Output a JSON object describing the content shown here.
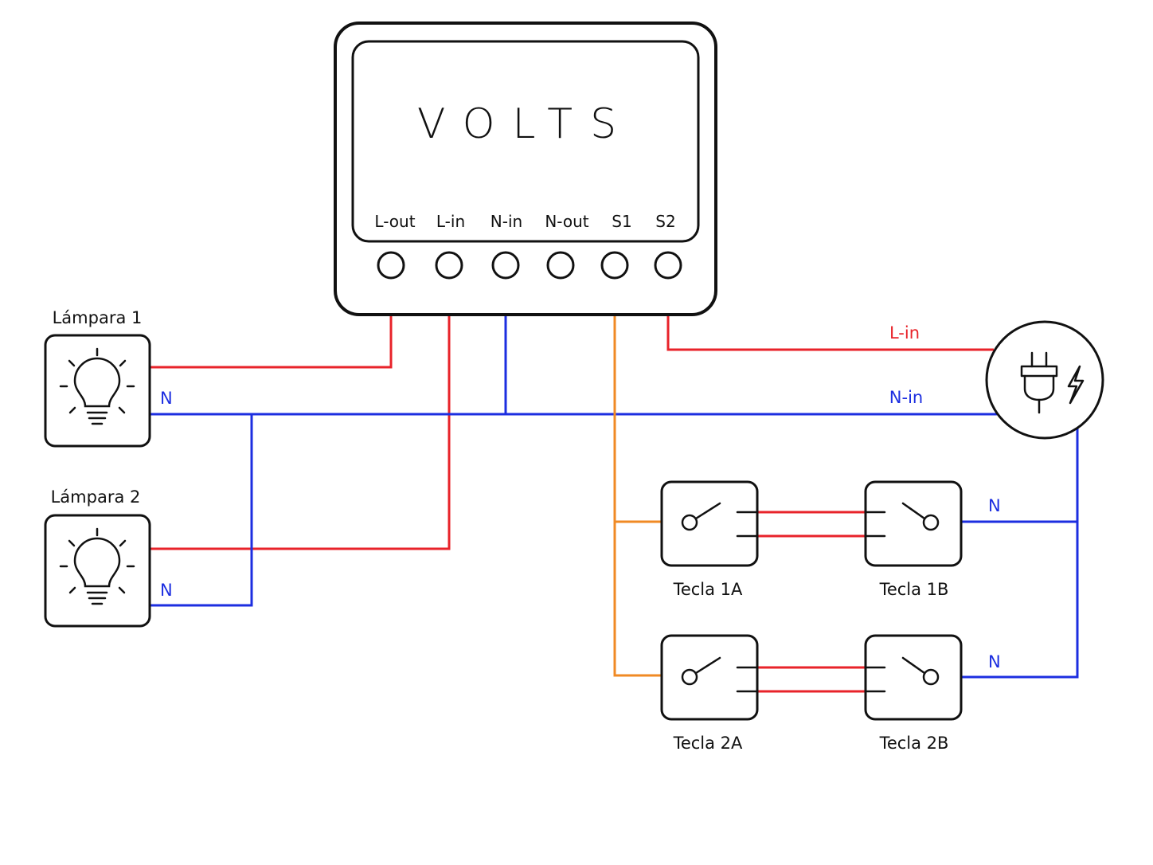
{
  "device": {
    "brand": "VOLTS",
    "terminals": [
      "L-out",
      "L-in",
      "N-in",
      "N-out",
      "S1",
      "S2"
    ]
  },
  "lamps": [
    {
      "label": "Lámpara 1",
      "neutral_label": "N",
      "icon": "light-bulb-icon"
    },
    {
      "label": "Lámpara 2",
      "neutral_label": "N",
      "icon": "light-bulb-icon"
    }
  ],
  "power_source": {
    "icon": "plug-with-lightning-icon",
    "line_label": "L-in",
    "neutral_label": "N-in"
  },
  "switches": [
    {
      "label": "Tecla 1A",
      "icon": "switch-icon"
    },
    {
      "label": "Tecla 1B",
      "icon": "switch-icon",
      "neutral_label": "N"
    },
    {
      "label": "Tecla 2A",
      "icon": "switch-icon"
    },
    {
      "label": "Tecla 2B",
      "icon": "switch-icon",
      "neutral_label": "N"
    }
  ],
  "colors": {
    "line": "#e8232a",
    "neutral": "#1c2ee0",
    "switched": "#f08a24",
    "outline": "#111111"
  }
}
